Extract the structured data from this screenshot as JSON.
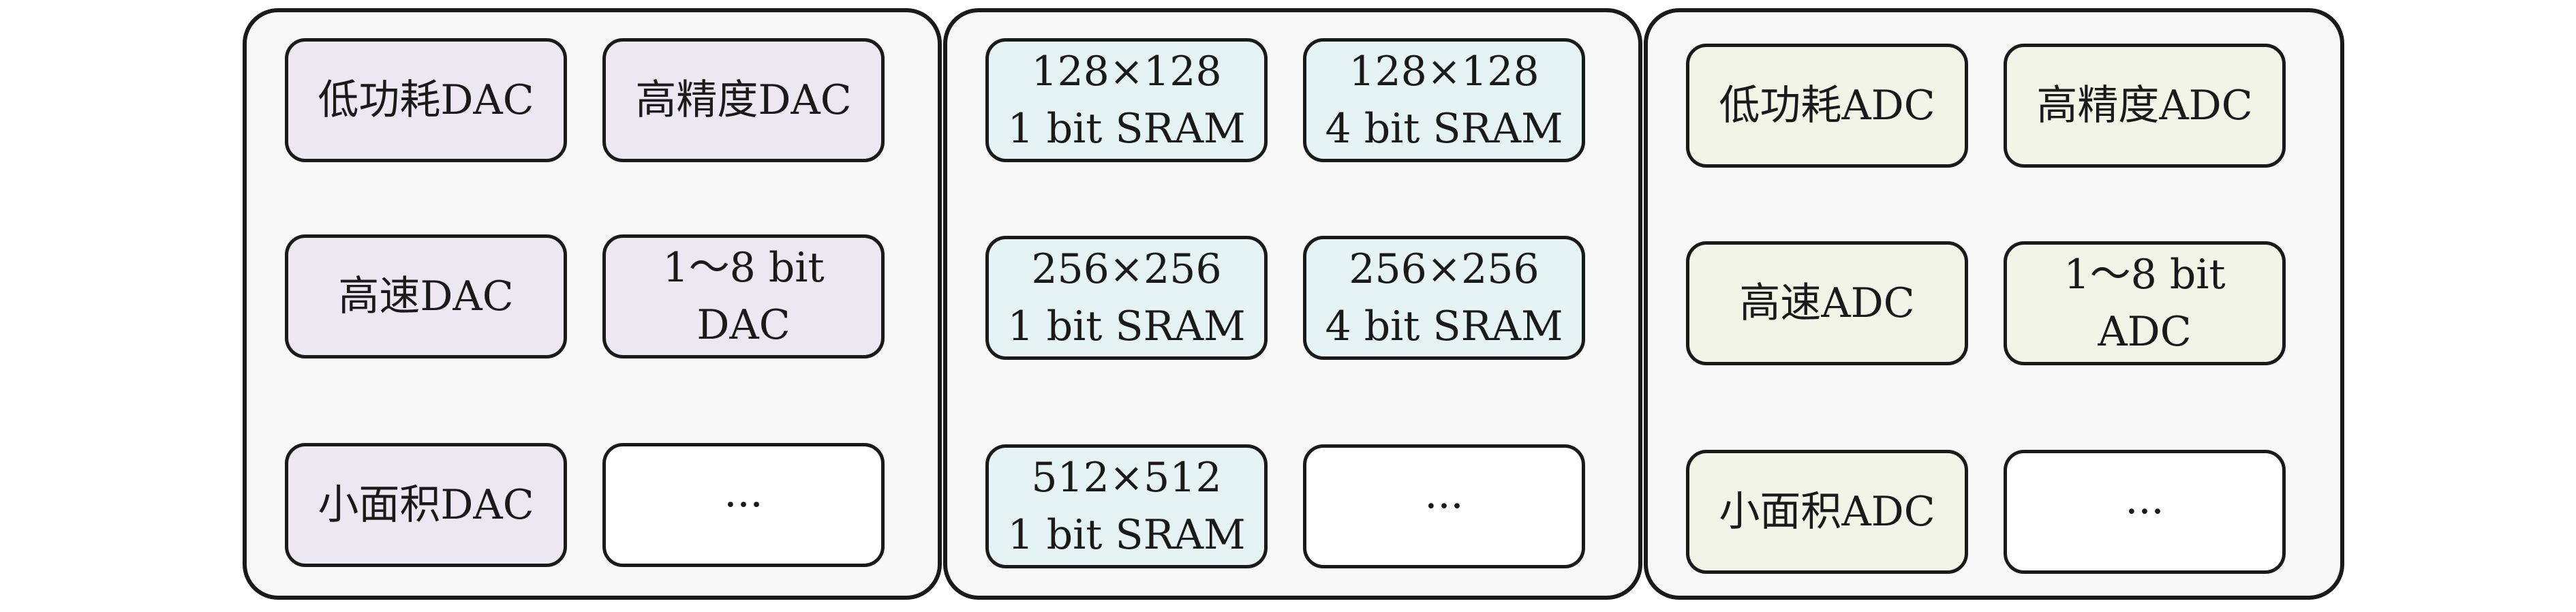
{
  "colors": {
    "border": "#1a1a1a",
    "panel_background": "#f8f8f8",
    "dac_fill": "#ece8f1",
    "sram_fill": "#e5f3f5",
    "adc_fill": "#f1f4e6",
    "empty_fill": "#ffffff"
  },
  "groups": [
    {
      "cells": [
        {
          "lines": [
            "低功耗DAC"
          ]
        },
        {
          "lines": [
            "高精度DAC"
          ]
        },
        {
          "lines": [
            "高速DAC"
          ]
        },
        {
          "lines": [
            "1～8 bit",
            "DAC"
          ]
        },
        {
          "lines": [
            "小面积DAC"
          ]
        },
        {
          "lines": [
            "···"
          ]
        }
      ]
    },
    {
      "cells": [
        {
          "lines": [
            "128×128",
            "1 bit SRAM"
          ]
        },
        {
          "lines": [
            "128×128",
            "4 bit SRAM"
          ]
        },
        {
          "lines": [
            "256×256",
            "1 bit SRAM"
          ]
        },
        {
          "lines": [
            "256×256",
            "4 bit SRAM"
          ]
        },
        {
          "lines": [
            "512×512",
            "1 bit SRAM"
          ]
        },
        {
          "lines": [
            "···"
          ]
        }
      ]
    },
    {
      "cells": [
        {
          "lines": [
            "低功耗ADC"
          ]
        },
        {
          "lines": [
            "高精度ADC"
          ]
        },
        {
          "lines": [
            "高速ADC"
          ]
        },
        {
          "lines": [
            "1～8 bit",
            "ADC"
          ]
        },
        {
          "lines": [
            "小面积ADC"
          ]
        },
        {
          "lines": [
            "···"
          ]
        }
      ]
    }
  ]
}
